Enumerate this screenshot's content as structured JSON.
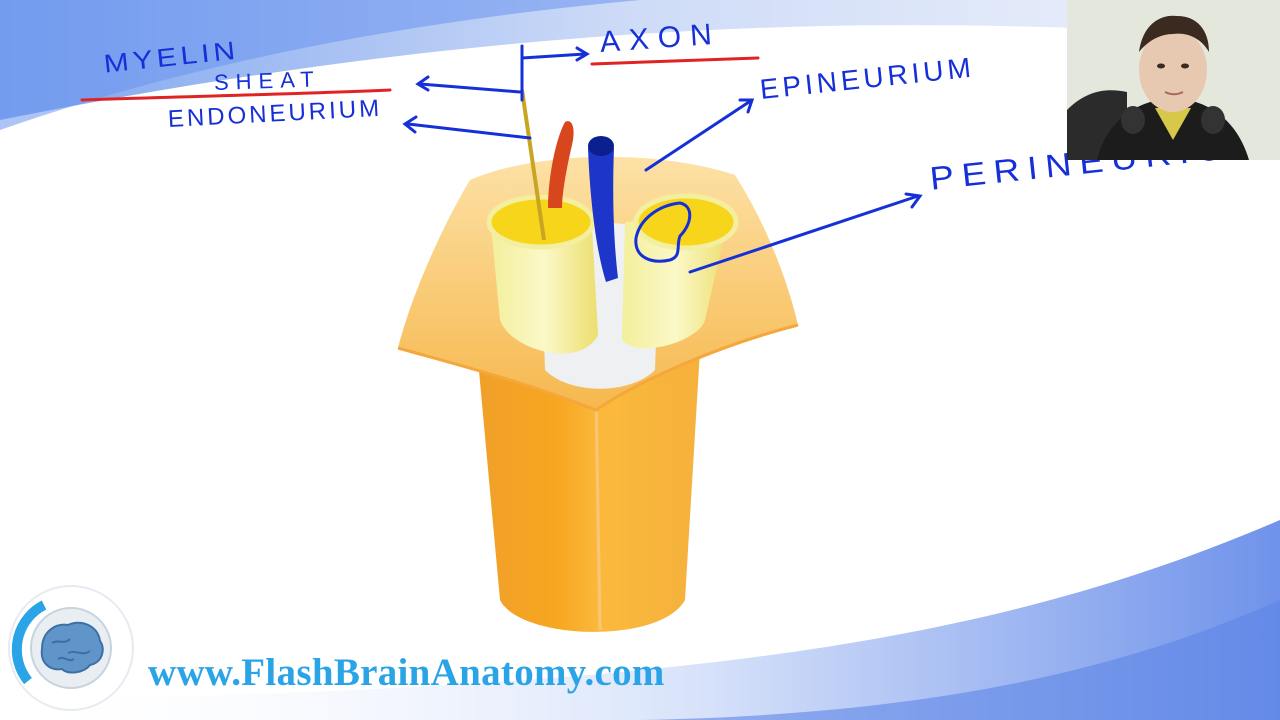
{
  "labels": {
    "myelin_line1": "MYELIN",
    "myelin_line2": "SHEAT",
    "endoneurium": "ENDONEURIUM",
    "axon": "AXON",
    "epineurium": "EPINEURIUM",
    "perineurium": "PERINEURIUM"
  },
  "footer": {
    "url": "www.FlashBrainAnatomy.com"
  },
  "colors": {
    "ink": "#1530d8",
    "underline": "#e02424",
    "epineurium": "#f6a21c",
    "fascicle": "#f4ec7a",
    "artery": "#d8461e",
    "vein": "#1d35c8",
    "url": "#2aa4e6"
  },
  "icons": {
    "logo": "brain-logo-icon",
    "presenter": "presenter-webcam"
  }
}
